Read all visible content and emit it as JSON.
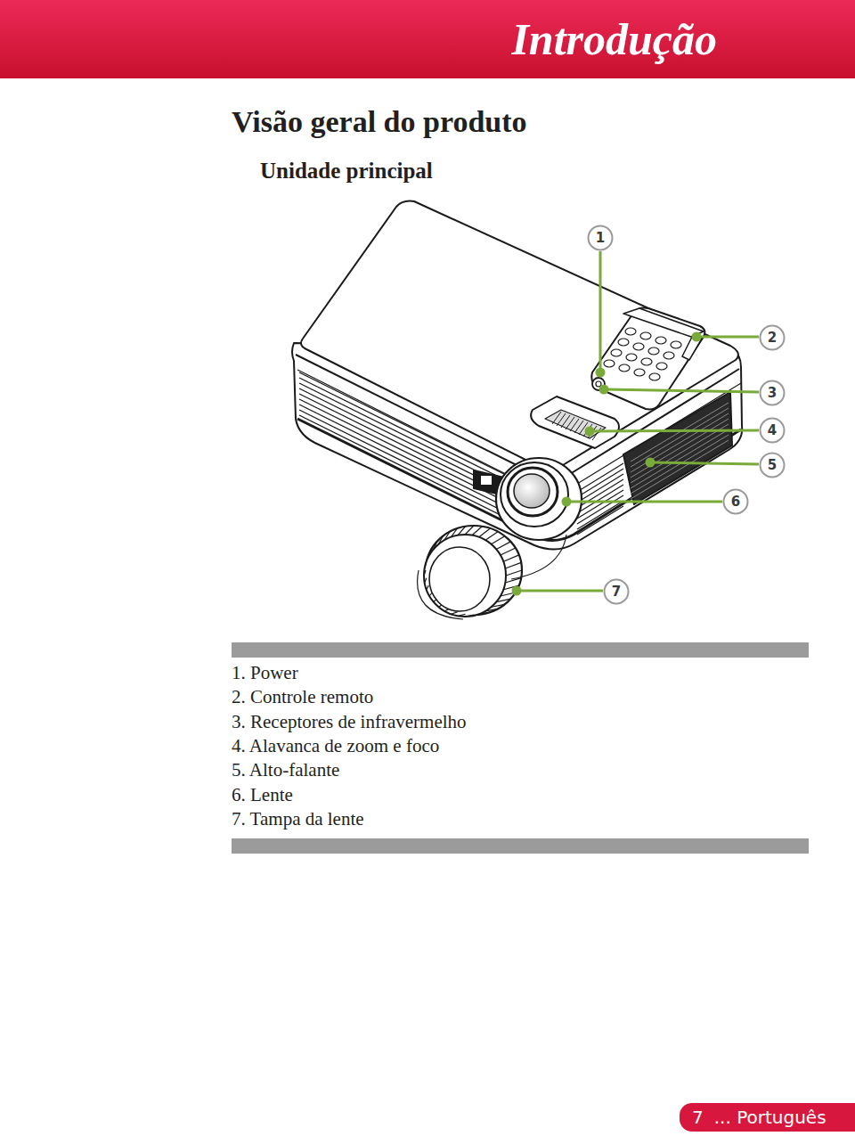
{
  "diagram": {
    "title": "Visão geral do produto",
    "nodes": [
      {
        "text": [
          "Introdução"
        ]
      },
      {
        "text": [
          "1"
        ]
      },
      {
        "text": [
          "2"
        ]
      },
      {
        "text": [
          "3"
        ]
      },
      {
        "text": [
          "4"
        ]
      },
      {
        "text": [
          "5"
        ]
      },
      {
        "text": [
          "6"
        ]
      },
      {
        "text": [
          "7"
        ]
      },
      {
        "text": [
          "7",
          "... Português"
        ]
      }
    ],
    "labels": [
      "Unidade principal",
      "1. Power",
      "2. Controle remoto",
      "3. Receptores de infravermelho",
      "4. Alavanca de zoom e foco",
      "5. Alto-falante",
      "6. Lente",
      "7. Tampa da lente"
    ]
  }
}
